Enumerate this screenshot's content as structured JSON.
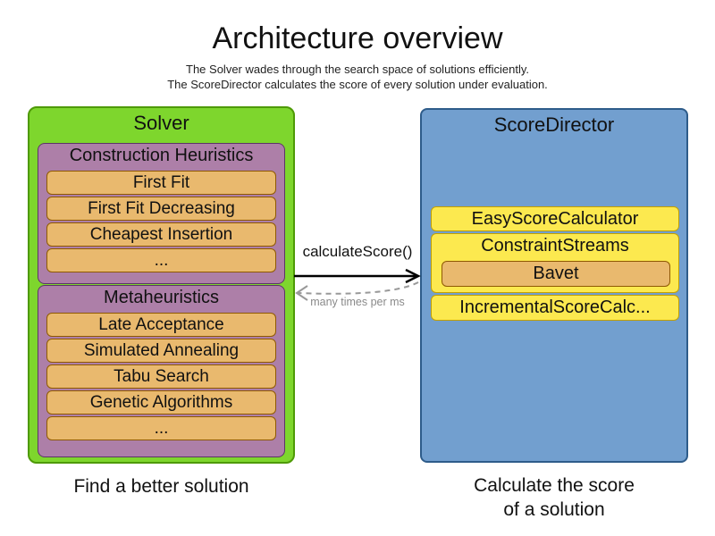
{
  "header": {
    "title": "Architecture overview",
    "subtitle1": "The Solver wades through the search space of solutions efficiently.",
    "subtitle2": "The ScoreDirector calculates the score of every solution under evaluation."
  },
  "solver": {
    "title": "Solver",
    "caption": "Find a better solution",
    "sections": [
      {
        "title": "Construction Heuristics",
        "items": [
          "First Fit",
          "First Fit Decreasing",
          "Cheapest Insertion",
          "..."
        ]
      },
      {
        "title": "Metaheuristics",
        "items": [
          "Late Acceptance",
          "Simulated Annealing",
          "Tabu Search",
          "Genetic Algorithms",
          "..."
        ]
      }
    ]
  },
  "score_director": {
    "title": "ScoreDirector",
    "caption_line1": "Calculate the score",
    "caption_line2": "of a solution",
    "calculators": [
      "EasyScoreCalculator",
      "ConstraintStreams",
      "IncrementalScoreCalc..."
    ],
    "bavet": "Bavet"
  },
  "arrows": {
    "call_label": "calculateScore()",
    "frequency_label": "many times per ms"
  },
  "colors": {
    "green_fill": "#7ED62D",
    "green_border": "#4E9A06",
    "purple_fill": "#AD7FA8",
    "purple_border": "#5C3566",
    "orange_fill": "#E9B96E",
    "orange_border": "#8F5902",
    "blue_fill": "#729FCF",
    "blue_border": "#2E5C8A",
    "yellow_fill": "#FCE94F",
    "yellow_border": "#C4A000",
    "arrow_gray": "#999999"
  }
}
